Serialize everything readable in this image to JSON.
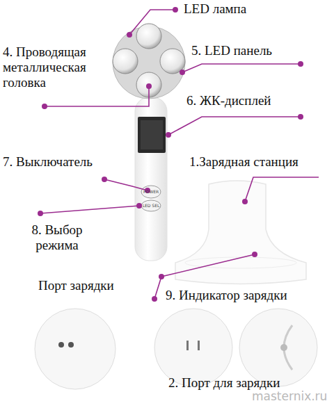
{
  "diagram": {
    "labels": [
      "LED лампа",
      "5. LED панель",
      "4. Проводящая металлическая головка",
      "6. ЖК-дисплей",
      "7. Выключатель",
      "1.Зарядная станция",
      "POWER",
      "LED SEL",
      "8. Выбор режима",
      "Порт зарядки",
      "9. Индикатор зарядки",
      "2. Порт для зарядки",
      "masternix.ru"
    ]
  }
}
